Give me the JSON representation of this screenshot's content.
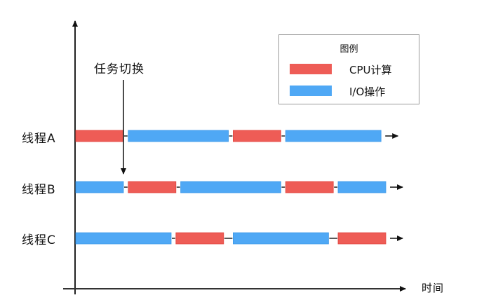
{
  "colors": {
    "cpu": "#EE5C56",
    "io": "#4FA8F5",
    "axis": "#111111"
  },
  "legend": {
    "title": "图例",
    "items": [
      {
        "label": "CPU计算",
        "kind": "cpu"
      },
      {
        "label": "I/O操作",
        "kind": "io"
      }
    ]
  },
  "annotation": {
    "label": "任务切换"
  },
  "axes": {
    "x_label": "时间"
  },
  "chart_data": {
    "type": "gantt",
    "title": "",
    "xlabel": "时间",
    "ylabel": "",
    "legend": [
      "CPU计算",
      "I/O操作"
    ],
    "legend_position": "top-right",
    "annotation": {
      "text": "任务切换",
      "at_time": 10
    },
    "time_range": [
      0,
      66
    ],
    "threads": [
      {
        "name": "线程A",
        "segments": [
          {
            "kind": "cpu",
            "start": 0,
            "end": 10
          },
          {
            "kind": "io",
            "start": 11,
            "end": 32
          },
          {
            "kind": "cpu",
            "start": 33,
            "end": 43
          },
          {
            "kind": "io",
            "start": 44,
            "end": 64
          }
        ]
      },
      {
        "name": "线程B",
        "segments": [
          {
            "kind": "io",
            "start": 0,
            "end": 10
          },
          {
            "kind": "cpu",
            "start": 11,
            "end": 21
          },
          {
            "kind": "io",
            "start": 22,
            "end": 43
          },
          {
            "kind": "cpu",
            "start": 44,
            "end": 54
          },
          {
            "kind": "io",
            "start": 55,
            "end": 65
          }
        ]
      },
      {
        "name": "线程C",
        "segments": [
          {
            "kind": "io",
            "start": 0,
            "end": 20
          },
          {
            "kind": "cpu",
            "start": 21,
            "end": 31
          },
          {
            "kind": "io",
            "start": 33,
            "end": 53
          },
          {
            "kind": "cpu",
            "start": 55,
            "end": 65
          }
        ]
      }
    ]
  }
}
